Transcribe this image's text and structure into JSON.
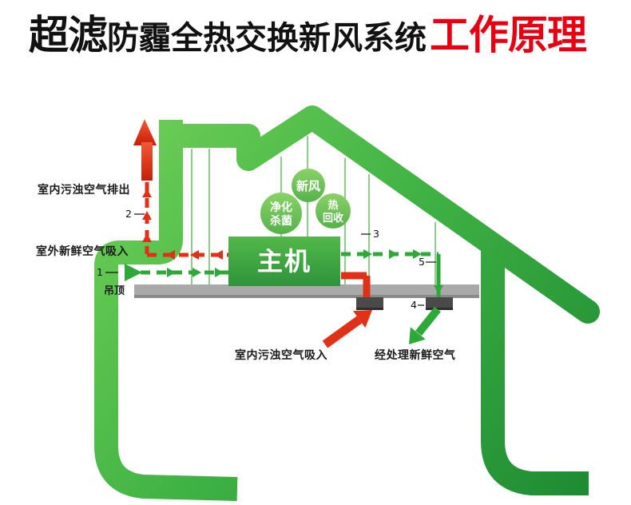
{
  "title": {
    "part1": "超滤",
    "part2": "防霾全热交换新风系统",
    "part3": "工作原理"
  },
  "colors": {
    "title_text": "#111111",
    "title_accent": "#e60012",
    "house_light": "#72d158",
    "house_mid": "#3fb244",
    "house_dark": "#1f8c33",
    "box_light": "#52b84a",
    "box_dark": "#2e9339",
    "bubble_light": "#8ad268",
    "bubble_dark": "#55b24a",
    "flow_green": "#2ea838",
    "flow_red": "#e03018",
    "arrow_red_light": "#f05a35",
    "arrow_red_dark": "#c81e0a",
    "ceiling_gray": "#a9a9a9",
    "ceiling_shadow": "#8a8a8a",
    "vent_dark": "#4a4a4a",
    "label_text": "#1a1a1a"
  },
  "labels": {
    "exhaust_out": "室内污浊空气排出",
    "fresh_in": "室外新鲜空气吸入",
    "ceiling": "吊顶",
    "dirty_in": "室内污浊空气吸入",
    "processed_fresh": "经处理新鲜空气",
    "main_unit": "主机",
    "bubble_fresh": "新风",
    "bubble_purify_line1": "净化",
    "bubble_purify_line2": "杀菌",
    "bubble_heat_line1": "热",
    "bubble_heat_line2": "回收"
  },
  "markers": {
    "m1": "1",
    "m2": "2",
    "m3": "3",
    "m4": "4",
    "m5": "5"
  }
}
